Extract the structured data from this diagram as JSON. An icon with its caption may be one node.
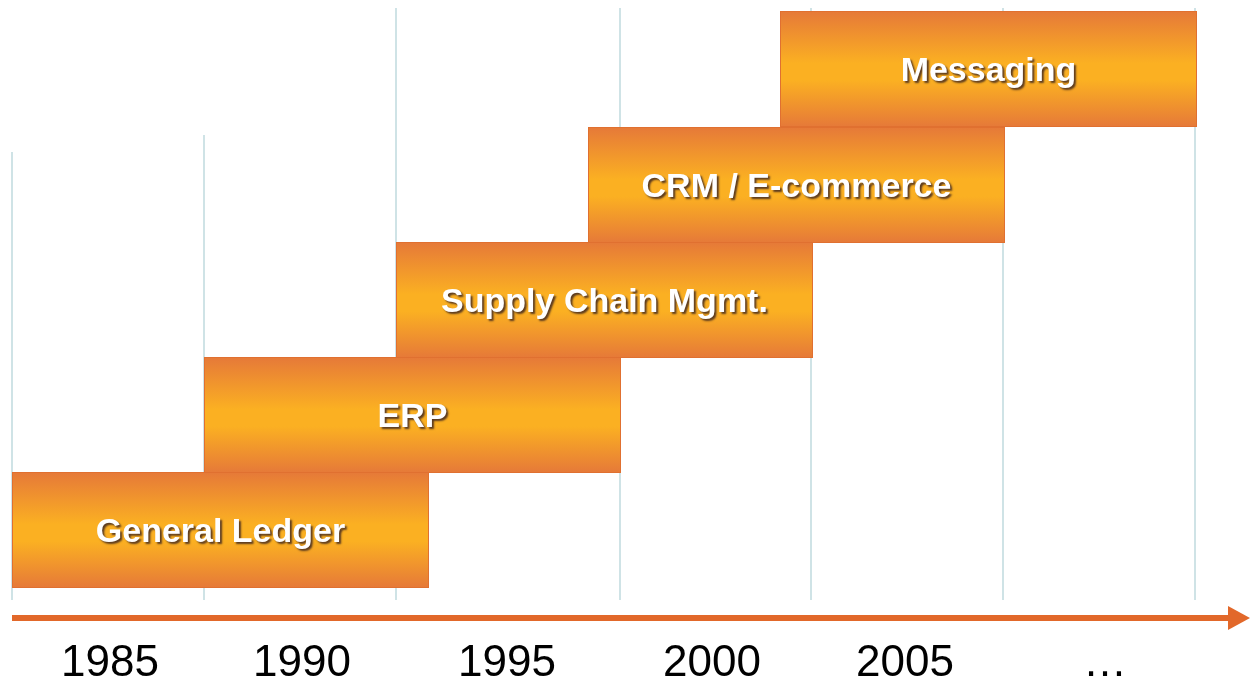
{
  "diagram": {
    "nodes": [
      {
        "text": [
          "Messaging"
        ]
      },
      {
        "text": [
          "CRM / E-commerce"
        ]
      },
      {
        "text": [
          "Supply Chain Mgmt."
        ]
      },
      {
        "text": [
          "ERP"
        ]
      },
      {
        "text": [
          "General Ledger"
        ]
      }
    ],
    "labels": [
      "1985",
      "1990",
      "1995",
      "2000",
      "2005",
      "…"
    ]
  }
}
